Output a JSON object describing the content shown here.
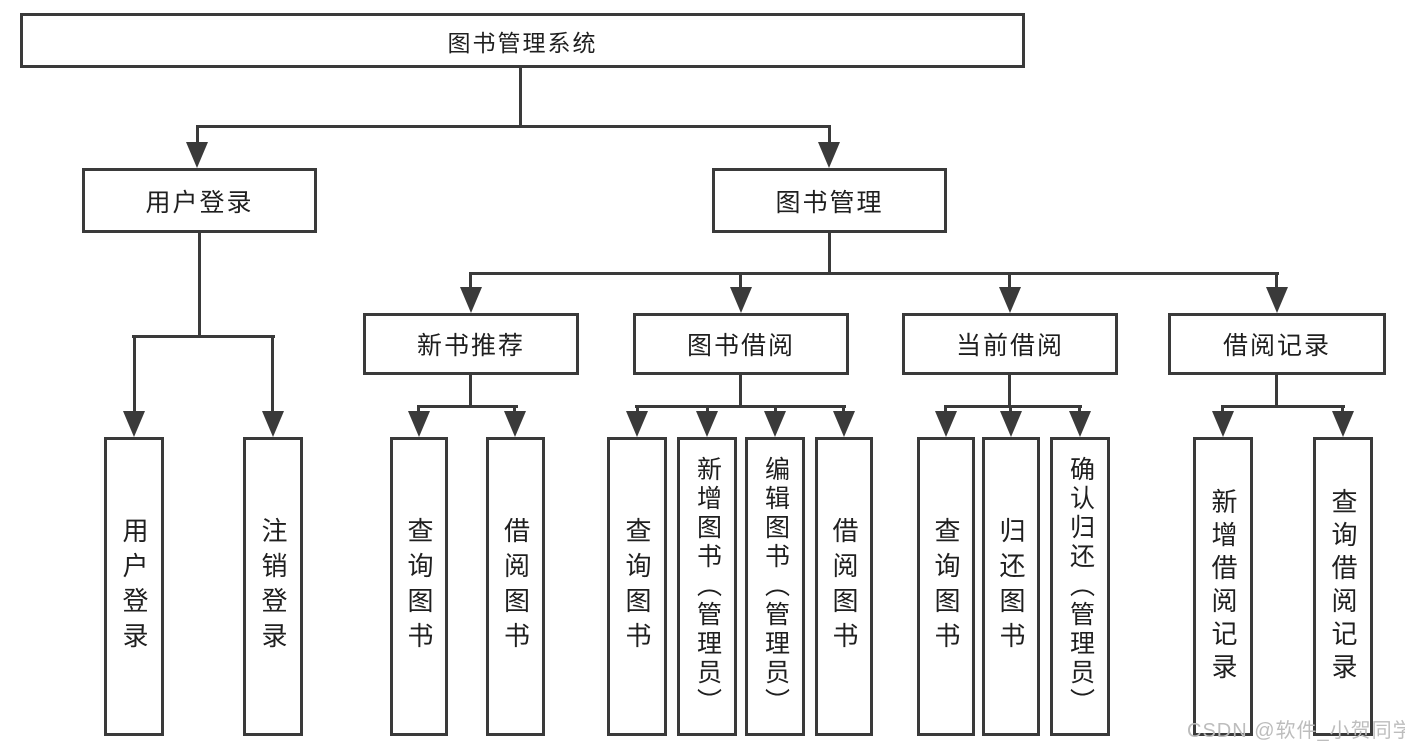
{
  "diagram": {
    "root": {
      "label": "图书管理系统"
    },
    "user_login": {
      "label": "用户登录",
      "children": [
        {
          "label": "用户登录"
        },
        {
          "label": "注销登录"
        }
      ]
    },
    "book_mgmt": {
      "label": "图书管理",
      "children": [
        {
          "label": "新书推荐",
          "children": [
            {
              "label": "查询图书"
            },
            {
              "label": "借阅图书"
            }
          ]
        },
        {
          "label": "图书借阅",
          "children": [
            {
              "label": "查询图书"
            },
            {
              "label": "新增图书（管理员）"
            },
            {
              "label": "编辑图书（管理员）"
            },
            {
              "label": "借阅图书"
            }
          ]
        },
        {
          "label": "当前借阅",
          "children": [
            {
              "label": "查询图书"
            },
            {
              "label": "归还图书"
            },
            {
              "label": "确认归还（管理员）"
            }
          ]
        },
        {
          "label": "借阅记录",
          "children": [
            {
              "label": "新增借阅记录"
            },
            {
              "label": "查询借阅记录"
            }
          ]
        }
      ]
    }
  },
  "watermark": {
    "text": "CSDN @软件_小贺同学"
  },
  "colors": {
    "line": "#3a3a3a",
    "text": "#1f1f1f",
    "watermark": "#bdbdbd",
    "background": "#ffffff"
  }
}
